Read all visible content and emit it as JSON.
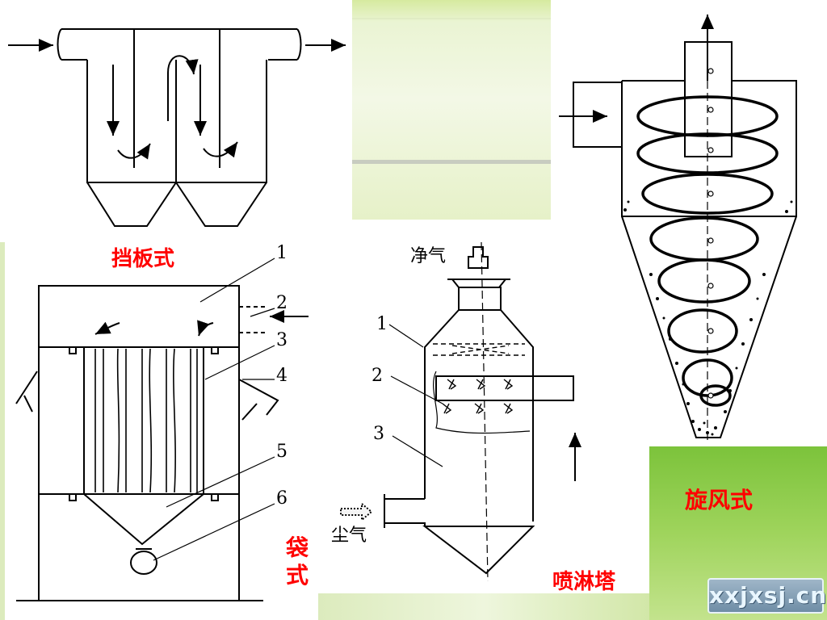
{
  "labels": {
    "baffle": "挡板式",
    "bag": "袋式",
    "spray": "喷淋塔",
    "cyclone": "旋风式"
  },
  "bag_filter": {
    "numbers": [
      "1",
      "2",
      "3",
      "4",
      "5",
      "6"
    ]
  },
  "spray_tower": {
    "numbers": [
      "1",
      "2",
      "3"
    ],
    "clean_gas": "净气",
    "dust_gas": "尘气"
  },
  "watermark": "xxjxsj.cn",
  "colors": {
    "label_red": "#ff0000",
    "panel_green": "#9fd45c"
  }
}
